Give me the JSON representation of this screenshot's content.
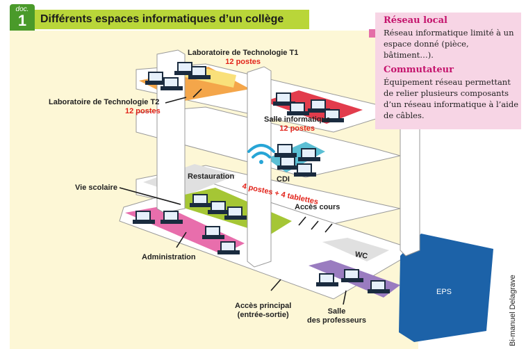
{
  "header": {
    "badge_label": "doc.",
    "badge_number": "1",
    "title": "Différents espaces informatiques d’un collège"
  },
  "glossary": [
    {
      "term": "Réseau local",
      "definition": "Réseau informatique limité à un espace donné (pièce, bâtiment…)."
    },
    {
      "term": "Commutateur",
      "definition": "Équipement réseau permettant de relier plusieurs composants d’un réseau informatique à l’aide de câbles."
    }
  ],
  "rooms": {
    "techno_t1": {
      "name": "Laboratoire de Technologie T1",
      "count": "12 postes"
    },
    "techno_t2": {
      "name": "Laboratoire de Technologie T2",
      "count": "12 postes"
    },
    "salle_info": {
      "name": "Salle informatique",
      "count": "12 postes"
    },
    "cdi": {
      "name": "CDI",
      "count": "4 postes + 4 tablettes"
    },
    "restauration": "Restauration",
    "vie_scolaire": "Vie scolaire",
    "acces_cours": "Accès cours",
    "administration": "Administration",
    "wc": "WC",
    "eps": "EPS",
    "acces_principal": {
      "line1": "Accès principal",
      "line2": "(entrée-sortie)"
    },
    "salle_profs": {
      "line1": "Salle",
      "line2": "des professeurs"
    }
  },
  "credit": "Bi-manuel Delagrave",
  "colors": {
    "header": "#b9d639",
    "badge": "#4a9a2a",
    "glossary_bg": "#f7d5e5",
    "glossary_term": "#c4136c",
    "red_label": "#e2231a",
    "t1_floor": "#f4a64a",
    "salle_info_floor": "#e23c4c",
    "cdi_floor": "#5bbfd4",
    "vie_scolaire_floor": "#a5c635",
    "administration_floor": "#e86eac",
    "salle_profs_floor": "#9a7cc0",
    "eps": "#1c62a8",
    "restauration_floor": "#e0e0e0",
    "wifi": "#27a5d6"
  }
}
